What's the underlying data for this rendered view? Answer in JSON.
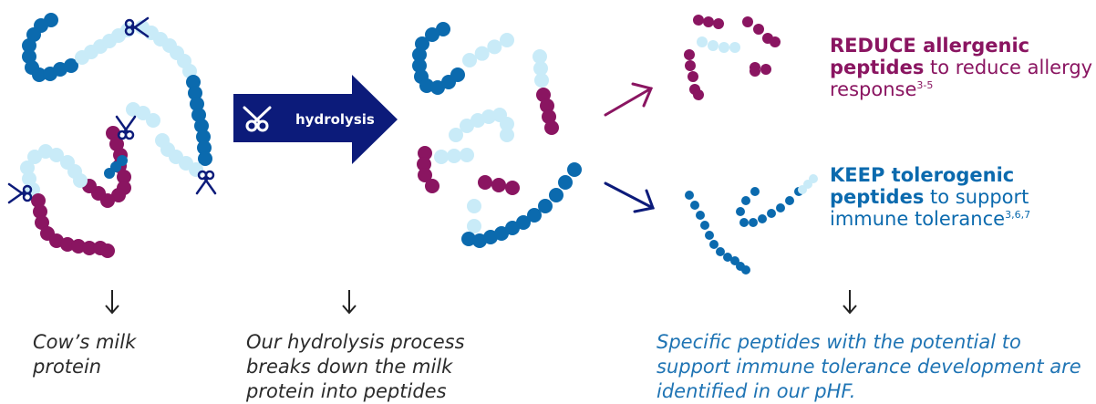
{
  "colors": {
    "dark_blue": "#0b6aae",
    "light_blue": "#c9ebf8",
    "magenta": "#8a1561",
    "navy": "#0c1b7a",
    "caption_blue": "#1f74b4"
  },
  "process_arrow": {
    "label": "hydrolysis",
    "icon": "scissors-icon"
  },
  "outcomes": {
    "reduce": {
      "bold": "REDUCE allergenic peptides",
      "rest": " to reduce allergy response",
      "sup": "3-5"
    },
    "keep": {
      "bold": "KEEP tolerogenic peptides",
      "rest": " to support immune tolerance",
      "sup": "3,6,7"
    }
  },
  "captions": {
    "cows_milk": "Cow’s milk protein",
    "hydrolysis": "Our hydrolysis process breaks down the milk protein into peptides",
    "peptides": "Specific peptides with the potential to support immune tolerance development are identified in our pHF."
  }
}
